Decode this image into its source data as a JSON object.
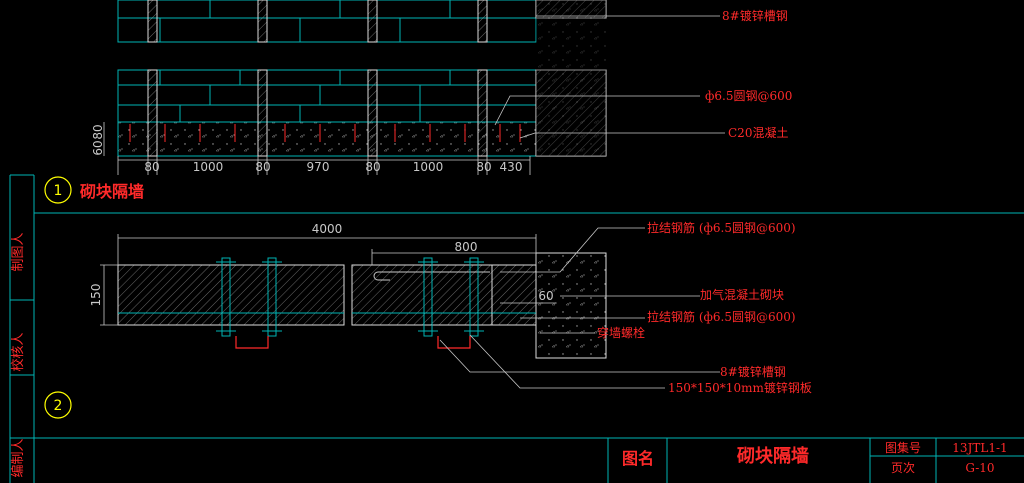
{
  "side_labels": [
    "制图人",
    "校核人",
    "编制人"
  ],
  "section1": {
    "number": "1",
    "title": "砌块隔墙",
    "dims_h": [
      "80",
      "1000",
      "80",
      "970",
      "80",
      "1000",
      "80",
      "430"
    ],
    "dims_v": [
      "60",
      "80"
    ],
    "callouts": [
      "8#镀锌槽钢",
      "ф6.5圆钢@600",
      "C20混凝土"
    ]
  },
  "section2": {
    "number": "2",
    "dims": [
      "4000",
      "800",
      "150",
      "60"
    ],
    "callouts": [
      "拉结钢筋 (ф6.5圆钢@600)",
      "加气混凝土砌块",
      "拉结钢筋 (ф6.5圆钢@600)",
      "穿墙螺栓",
      "8#镀锌槽钢",
      "150*150*10mm镀锌钢板"
    ]
  },
  "title_block": {
    "name_label": "图名",
    "name_value": "砌块隔墙",
    "set_label": "图集号",
    "set_value": "13JTL1-1",
    "page_label": "页次",
    "page_value": "G-10"
  },
  "colors": {
    "background": "#000000",
    "frame": "#00b4b4",
    "annotation": "#ff2a2a",
    "number_circle": "#ffff00",
    "dimension": "#c8c8c8"
  }
}
